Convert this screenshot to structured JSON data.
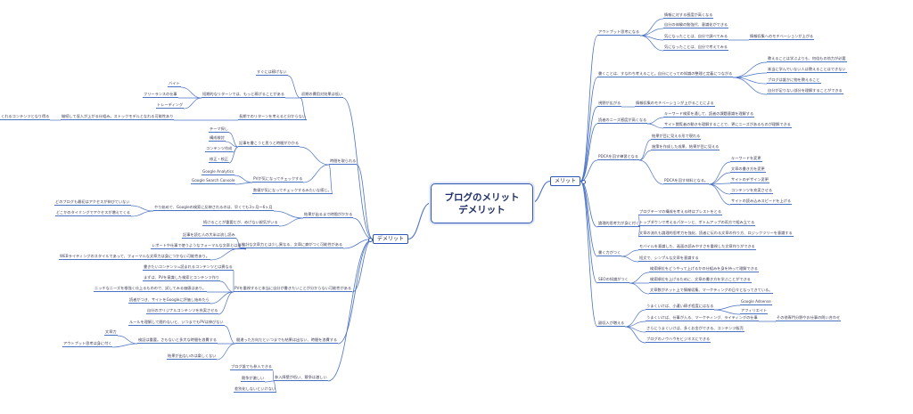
{
  "root": {
    "line1": "ブログのメリット",
    "line2": "デメリット"
  },
  "merit": {
    "label": "メリット",
    "groups": [
      {
        "title": "アウトプット思考になる",
        "items": [
          "情報に対する感度が高くなる",
          "自分の体験の勉強代、意識化ができる",
          "気になったことは、自分で調べてみる",
          "気になったことは、自分で考えてみる"
        ],
        "extra": "情報収集へのモチベーションが上がる"
      },
      {
        "title": "書くことは、すなわち考えること。自分にとっての知識の整理と定着につながる",
        "items": [
          "教えることは学ぶよりも、何倍もの効力が必要",
          "本当に学んでいない人は教えることはできない",
          "ブログは誰かに物を教えること",
          "自分が足りない部分を理解することができる"
        ]
      },
      {
        "title": "視野が広がる",
        "extra": "情報収集のモチベーションが上がることによる"
      },
      {
        "title": "読者のニーズ感度が高くなる",
        "items": [
          "キーワード検索を通して、読者の課題意識を理解する",
          "サイト閲覧者の動きを理解することで、更にニーズがあるものが理解できる"
        ]
      },
      {
        "title": "PDCAを回す練習となる",
        "items": [
          "結果が目に見える形で現れる",
          "施策を作成した成果、結果が目に見える"
        ],
        "sub_title": "PDCAを回す材料となる。",
        "sub_items": [
          "キーワードを変更",
          "文章の書き方を変更",
          "サイトのデザイン変更",
          "コンテンツを充実させる",
          "サイトの読み込みスピードを上げる"
        ]
      },
      {
        "title": "論理的思考力が身に付く",
        "items": [
          "ブログテーマの構成を考える時はブレストをとる",
          "トップダウンで考えるパターンと、ボトムアップの両方で組み立てる",
          "文章の流れも論理的思考力を強化、読者に伝わる文章の作り方、ロジックツリーを意識する"
        ]
      },
      {
        "title": "書く力がつく",
        "items": [
          "モバイルを意識した、画面の読みやすさを重視した文章作りができる",
          "短文で、シンプルな文章を意識する"
        ]
      },
      {
        "title": "SEOの知識がつく",
        "items": [
          "検索順位をどうやって上げるかの仕組みを身を持って理解できる",
          "検索順位を上げるために、文章の書き方を学ぶことができる",
          "文章数がネット上で情報収集、マーケティングの日々となってきている。"
        ]
      },
      {
        "title": "副収入が増える",
        "items": [
          "うまくいけば、小遣い稼ぎ程度にはなる",
          "うまくいけば、仕事が入る、マーケティング、ライティングの仕事",
          "さらにうまくいけば、多くお金ができる、コンテンツ販売",
          "ブログのノウハウをビジネスにできる"
        ],
        "ads": [
          "Google Adsense",
          "アフィリエイト"
        ],
        "extra": "その他専門分野やお仕事の問い合わせ"
      }
    ]
  },
  "demerit": {
    "label": "デメリット",
    "groups": [
      {
        "title": "初期の費用対効果は低い",
        "items": [
          "すぐには稼げない",
          "短期的なリターンでは、もっと稼げることがある",
          "長期でのリターンを考えると分からない"
        ],
        "sub": [
          "バイト",
          "フリーランスの仕事",
          "トレーディング"
        ],
        "note": "継続して収入が上がる仕組み。ストックモデルとなれる可能性あり",
        "far": "くれるコンテンツとなり得る"
      },
      {
        "title": "時間を取られる",
        "items": [
          "記事を書こうと思うと時間がかかる",
          "PVが気になってチェックする",
          "数値が気になってチェックするみたいな感じ。"
        ],
        "sub": [
          "テーマ探し",
          "構成検討",
          "コンテンツ作成",
          "修正・校正"
        ],
        "pv": [
          "Google Analytics",
          "Google Search Console"
        ]
      },
      {
        "title": "結果が出るまで時間がかかる",
        "items": [
          "やり始めて、Googleの検索に反映されるのは、早くても3ヶ月〜6ヶ月",
          "続けることが重要だが、めげない根気がいる"
        ],
        "sub": [
          "どのブログも最初はアクセスが伸びていない",
          "どこかのタイミングでアクセスが増えてくる"
        ]
      },
      {
        "title": "統計な文章力とは少し異なる、文章に癖がつく可能性がある",
        "items": [
          "記事を読む人の大半は流し読み",
          "レポートや仕事で使うようなフォーマルな文章とは違う",
          "WEBライティングのスタイルであって、フォーマルな文章力は身につかない可能性あり。"
        ]
      },
      {
        "title": "PVを重視すると本当に自分が書きたいことが分からない可能性がある",
        "items": [
          "書きたいコンテンツ=読まれるコンテンツとは異なる",
          "まずは、PVを意識した検索とコンテンツ作り",
          "ニッチなニーズを根強く仕上るものので、試してみる価値はあり。",
          "読者がつき、サイトをGoogleに評価し始めたら",
          "自分のオリジナルコンテンツを充実させる"
        ]
      },
      {
        "title": "間違った方向だといつまでも結果は出ない、時間を浪費する",
        "items": [
          "ルールを理解して間わないと、いつまでもPVは伸びない",
          "検証は重要。さもないと多大な時間を浪費する",
          "結果が出ないのは楽しくない"
        ],
        "sub": [
          "文章力",
          "アウトプット思考は身に付く"
        ]
      },
      {
        "title": "参入障壁が低い、競争は激しい",
        "items": [
          "ブログ誰でも参入できる",
          "競争が激しい",
          "差別化しないといけない"
        ]
      }
    ]
  }
}
